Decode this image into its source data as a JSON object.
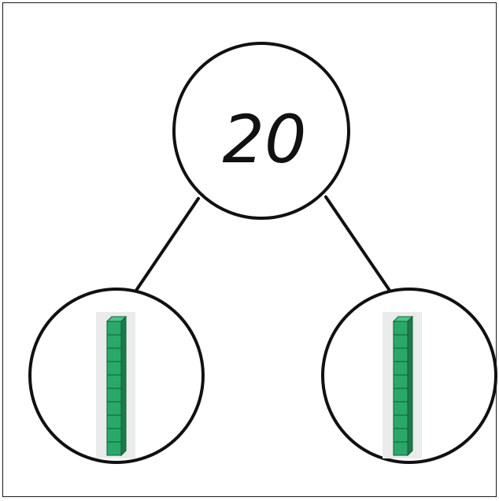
{
  "whole": "20",
  "parts": [
    {
      "blocks": 10
    },
    {
      "blocks": 10
    }
  ],
  "colors": {
    "stroke": "#111111",
    "block_front": "#2aa86a",
    "block_side": "#1c7a49",
    "block_top": "#4cc588",
    "block_grid": "#0f5e36",
    "rod_shadow": "#e9ecea"
  }
}
